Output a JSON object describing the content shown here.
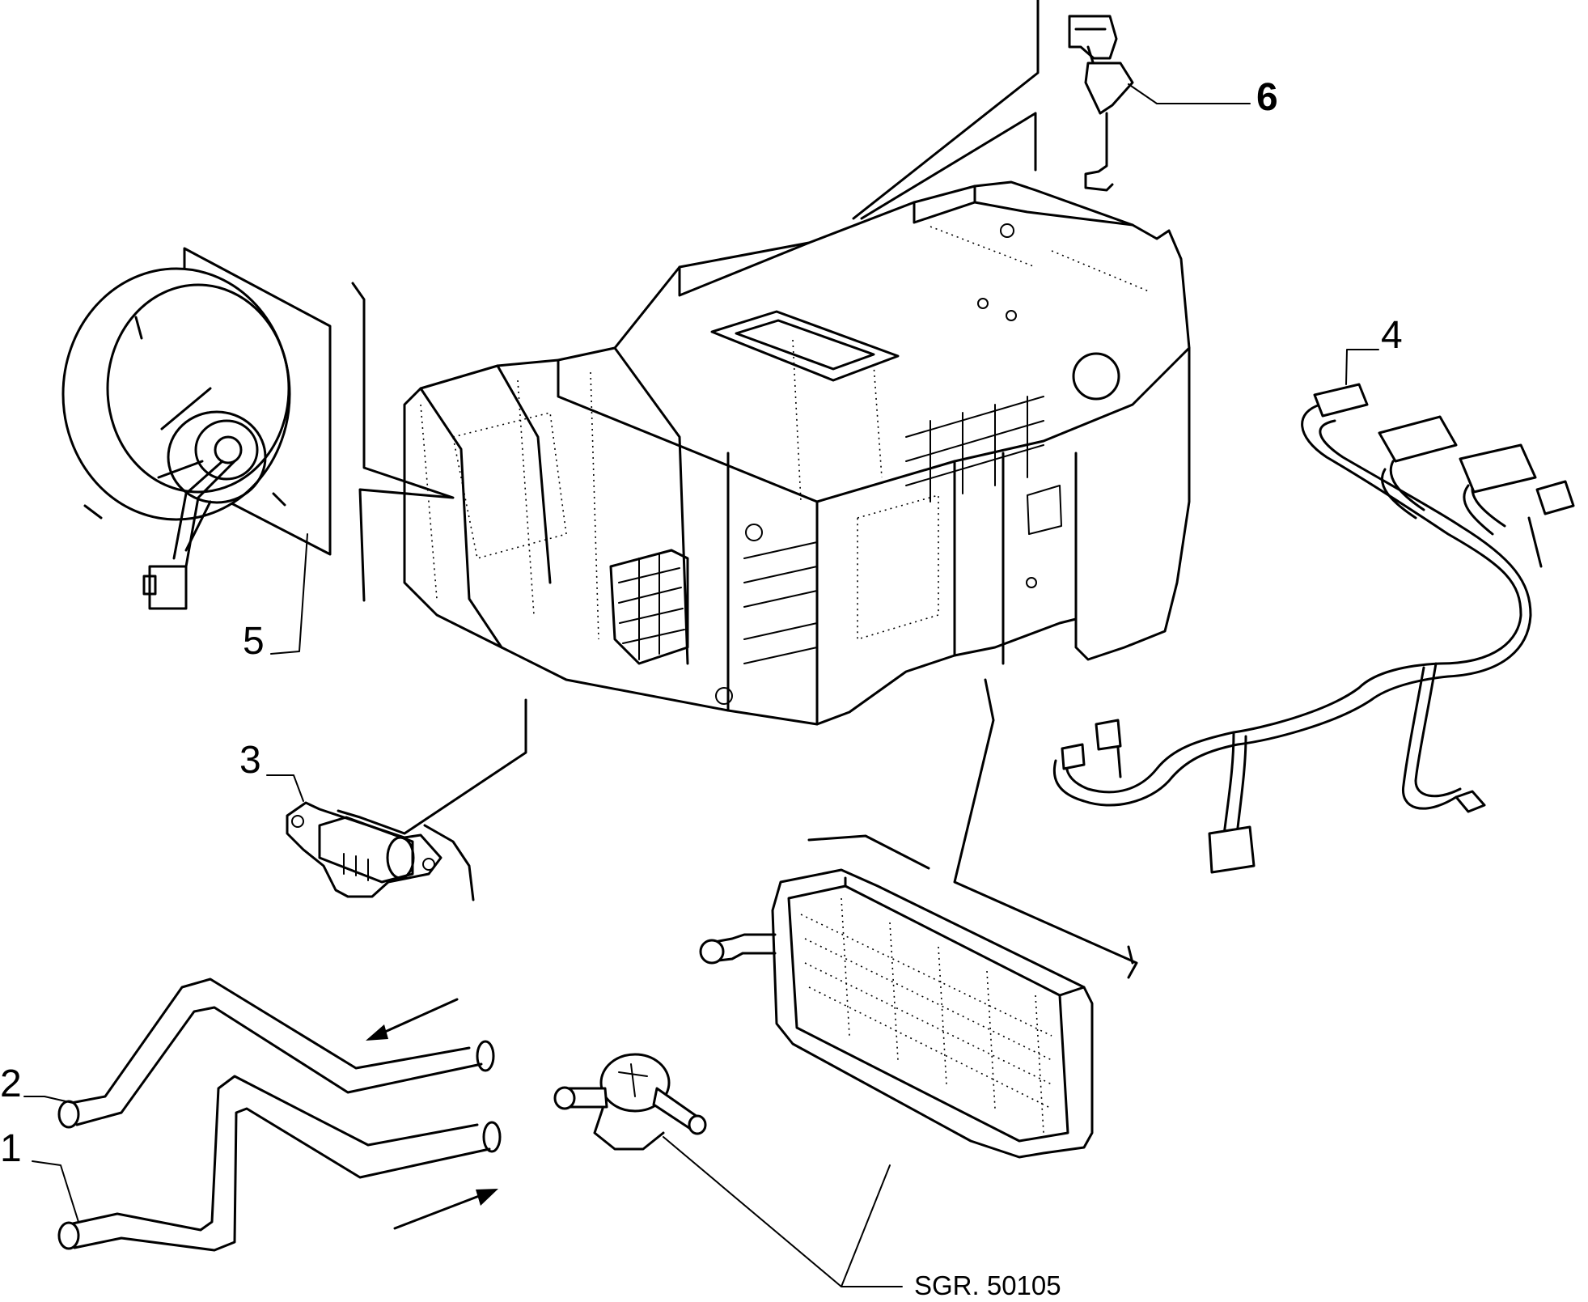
{
  "callouts": [
    {
      "id": "1",
      "text": "1"
    },
    {
      "id": "2",
      "text": "2"
    },
    {
      "id": "3",
      "text": "3"
    },
    {
      "id": "4",
      "text": "4"
    },
    {
      "id": "5",
      "text": "5"
    },
    {
      "id": "6",
      "text": "6"
    }
  ],
  "reference": "SGR. 50105"
}
